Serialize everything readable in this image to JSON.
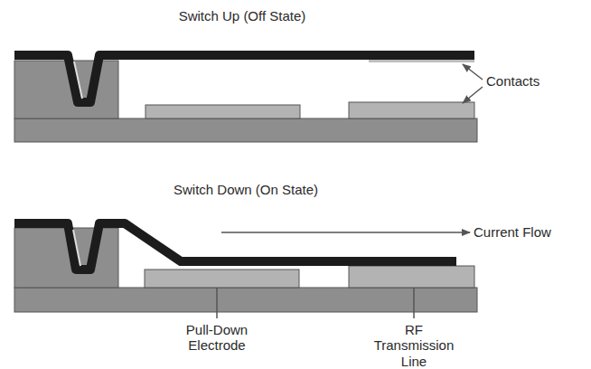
{
  "diagram": {
    "labels": [
      "Switch Up (Off State)",
      "Contacts",
      "Switch Down (On State)",
      "Current Flow",
      "Pull-Down Electrode",
      "RF Transmission Line"
    ]
  }
}
